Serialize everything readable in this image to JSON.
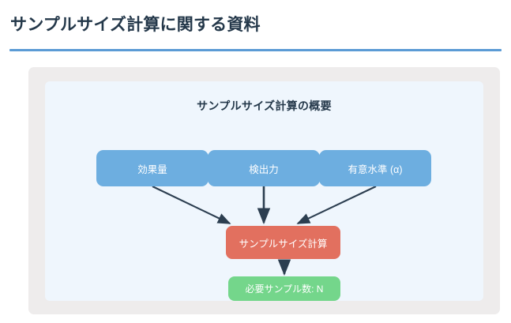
{
  "header": {
    "title": "サンプルサイズ計算に関する資料",
    "rule_color": "#5b9bd5",
    "title_color": "#24384a"
  },
  "diagram": {
    "heading": "サンプルサイズ計算の概要",
    "card_background": "#eeecec",
    "panel_background": "#eff6fd",
    "arrow_color": "#2c3e50",
    "nodes": {
      "effect_size": {
        "label": "効果量",
        "color": "#6daee0"
      },
      "power": {
        "label": "検出力",
        "color": "#6daee0"
      },
      "alpha": {
        "label": "有意水準 (α)",
        "color": "#6daee0"
      },
      "calculation": {
        "label": "サンプルサイズ計算",
        "color": "#e2705f"
      },
      "result": {
        "label": "必要サンプル数: N",
        "color": "#74d68b"
      }
    },
    "edges": [
      {
        "from": "effect_size",
        "to": "calculation"
      },
      {
        "from": "power",
        "to": "calculation"
      },
      {
        "from": "alpha",
        "to": "calculation"
      },
      {
        "from": "calculation",
        "to": "result"
      }
    ]
  }
}
